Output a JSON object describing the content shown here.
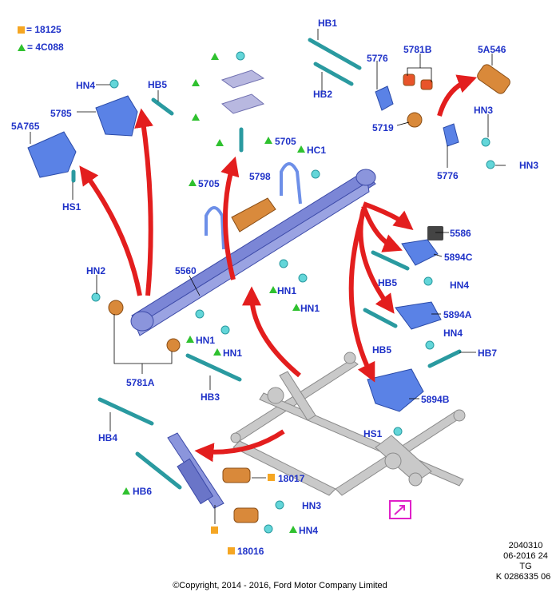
{
  "legend": {
    "square_code": "= 18125",
    "triangle_code": "= 4C088"
  },
  "colors": {
    "label": "#1f32c8",
    "arrow": "#e31e1e",
    "spring_blue": "#7b86d6",
    "bracket_blue": "#5a82e6",
    "bushing_orange": "#d9893a",
    "fastener_cyan": "#63d6d9",
    "axle_gray": "#b9b9b9",
    "square_marker": "#f5a623",
    "triangle_marker": "#2fc12f",
    "view_icon": "#e020c8"
  },
  "labels": {
    "HB1": "HB1",
    "HB2": "HB2",
    "5776_top": "5776",
    "5781B": "5781B",
    "5A546": "5A546",
    "HN3_top": "HN3",
    "5719": "5719",
    "HN3_right": "HN3",
    "5776_bottom": "5776",
    "HN4_top": "HN4",
    "HB5_top": "HB5",
    "5785": "5785",
    "5A765": "5A765",
    "HS1_left": "HS1",
    "5705_left": "5705",
    "5705_right": "5705",
    "HC1": "HC1",
    "5798": "5798",
    "5560": "5560",
    "HN2": "HN2",
    "5781A": "5781A",
    "HB3": "HB3",
    "HN1_a": "HN1",
    "HN1_b": "HN1",
    "HN1_c": "HN1",
    "HN1_d": "HN1",
    "5586": "5586",
    "5894C": "5894C",
    "HB5_mid": "HB5",
    "HN4_mid": "HN4",
    "5894A": "5894A",
    "HB5_low": "HB5",
    "HN4_low": "HN4",
    "HB7": "HB7",
    "5894B": "5894B",
    "HS1_right": "HS1",
    "HB4": "HB4",
    "HB6": "HB6",
    "18017": "18017",
    "HN3_bottom": "HN3",
    "HN4_bottom": "HN4",
    "18016": "18016"
  },
  "meta": {
    "line1": "2040310",
    "line2": "06-2016 24",
    "line3": "TG",
    "line4": "K 0286335 06"
  },
  "copyright": "©Copyright, 2014 - 2016, Ford Motor Company Limited"
}
